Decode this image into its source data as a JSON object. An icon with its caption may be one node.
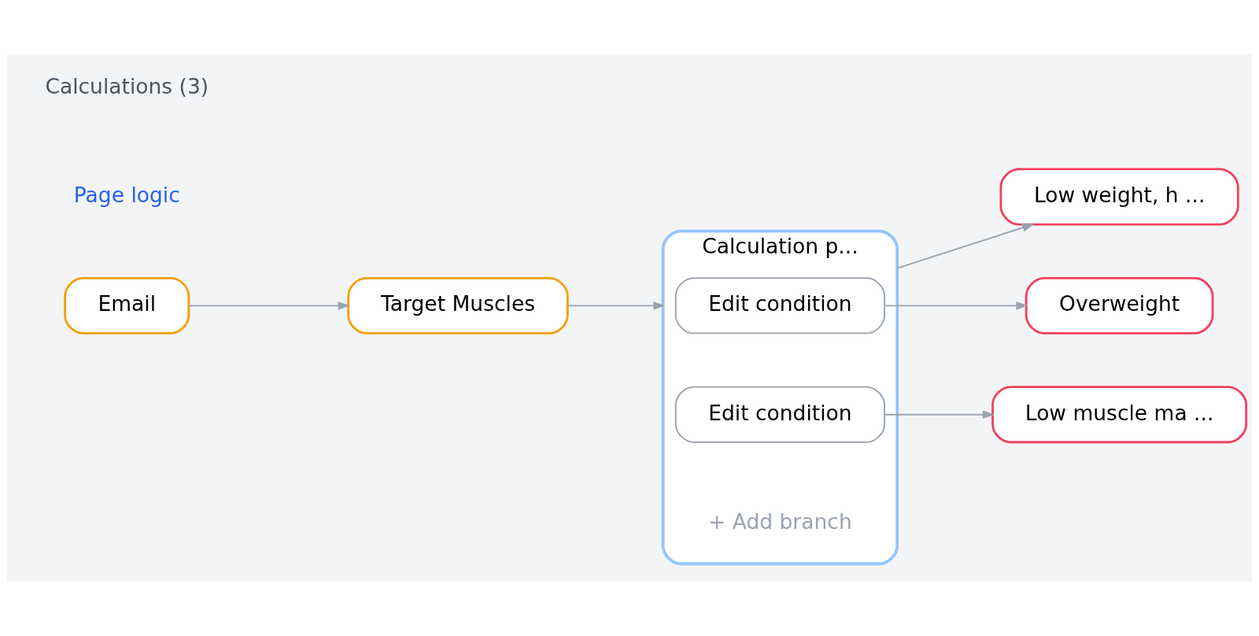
{
  "diagram": {
    "nodes": [
      {
        "text": [
          "Email"
        ]
      },
      {
        "text": [
          "Target Muscles"
        ]
      },
      {
        "text": [
          "Calculation p...",
          "+ Add branch"
        ]
      },
      {
        "text": [
          "Edit condition"
        ],
        "in": 2
      },
      {
        "text": [
          "Edit condition"
        ],
        "in": 2
      },
      {
        "text": [
          "Low weight, h ..."
        ]
      },
      {
        "text": [
          "Overweight"
        ]
      },
      {
        "text": [
          "Low muscle ma ..."
        ]
      }
    ],
    "edges": [
      {
        "from": 0,
        "to": 1,
        "arrow": "to"
      },
      {
        "from": 1,
        "to": 2,
        "arrow": "to"
      },
      {
        "from": 2,
        "to": 5,
        "arrow": "to"
      },
      {
        "from": 3,
        "to": 6,
        "arrow": "to"
      },
      {
        "from": 4,
        "to": 7,
        "arrow": "to"
      }
    ],
    "labels": [
      "Page logic",
      "Calculations (3)"
    ]
  }
}
